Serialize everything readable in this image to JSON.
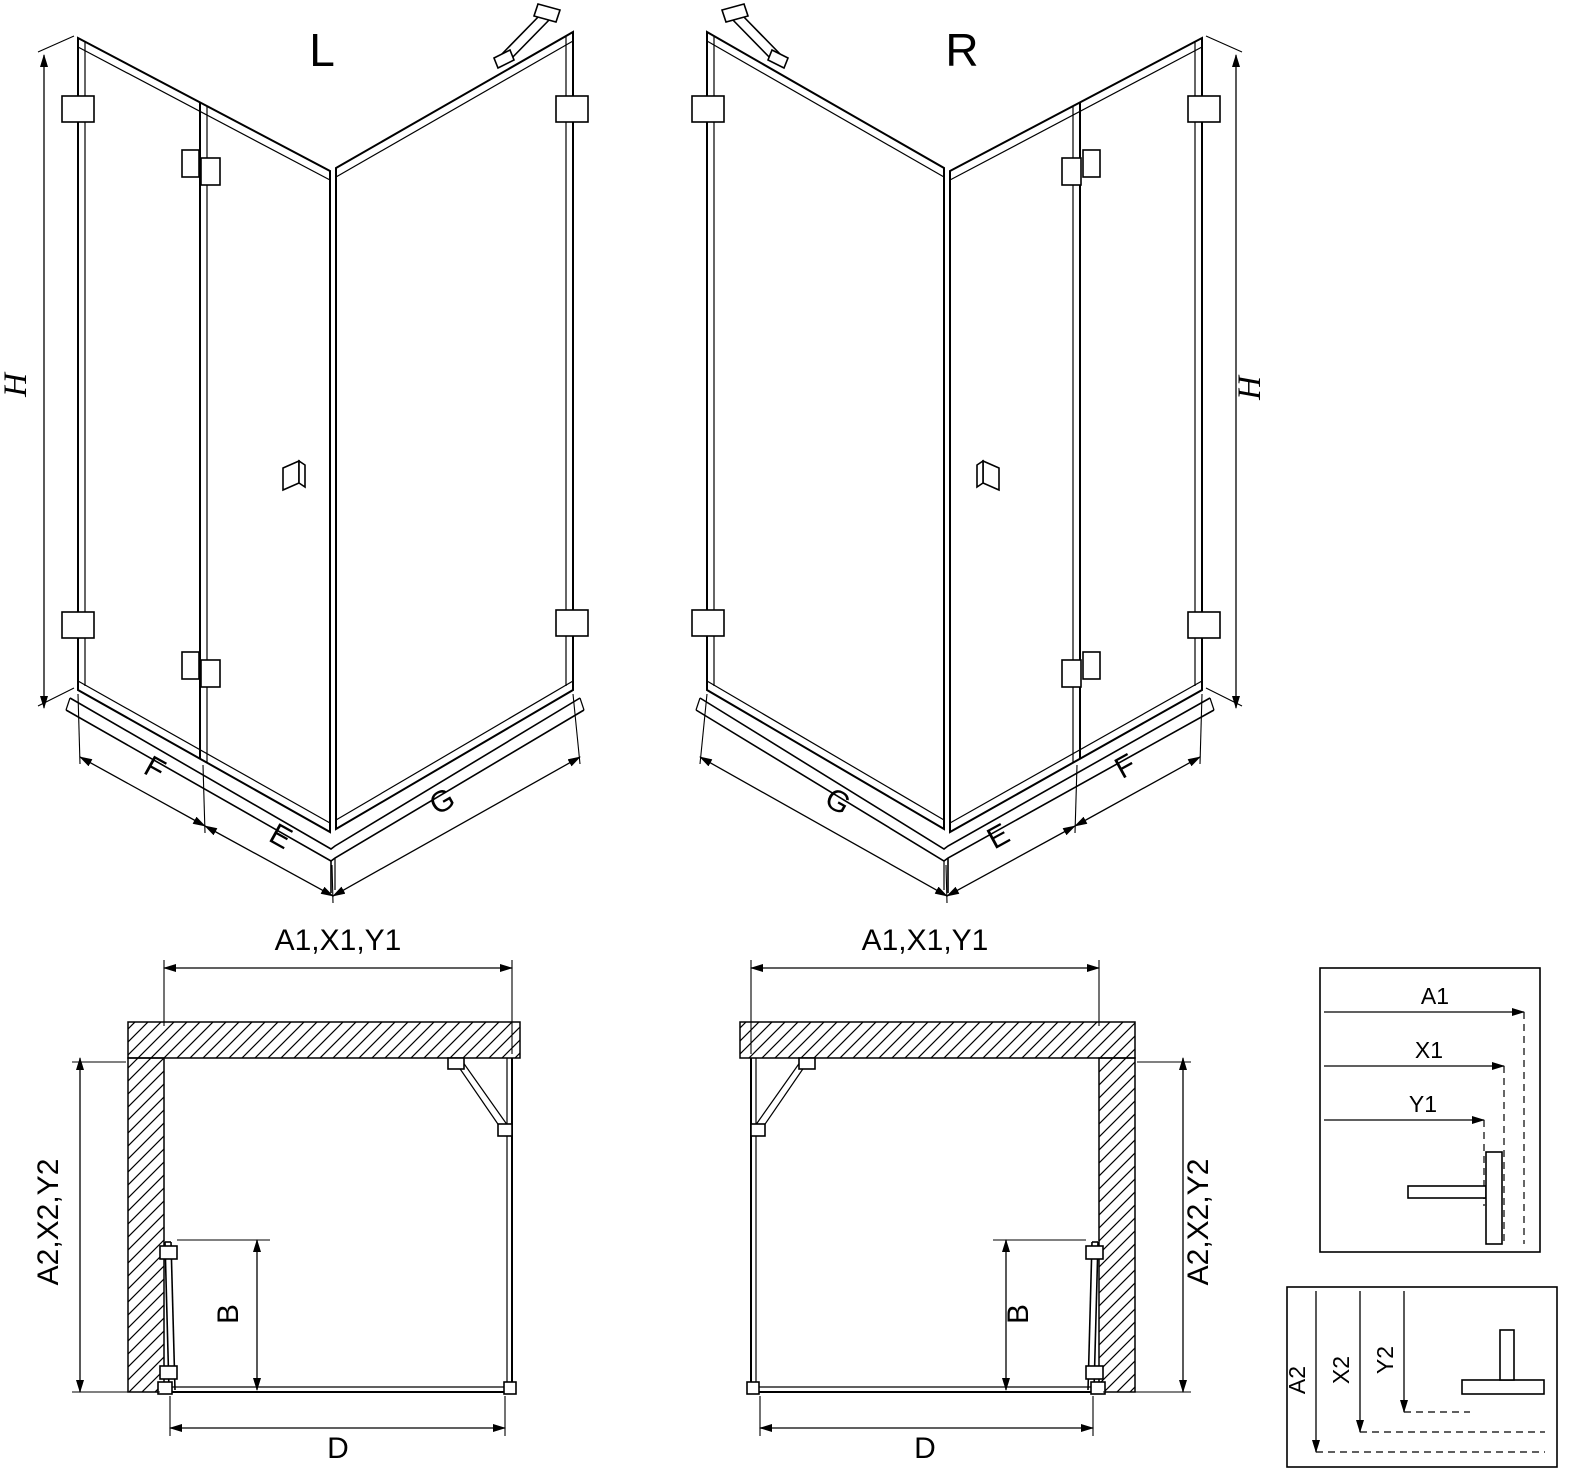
{
  "views": {
    "left": {
      "label": "L",
      "height": "H",
      "fixed_panel": "F",
      "door_panel": "E",
      "side_panel": "G"
    },
    "right": {
      "label": "R",
      "height": "H",
      "fixed_panel": "F",
      "door_panel": "E",
      "side_panel": "G"
    }
  },
  "plans": {
    "left": {
      "width_top": "A1,X1,Y1",
      "depth_side": "A2,X2,Y2",
      "door_width": "B",
      "entry_width": "D"
    },
    "right": {
      "width_top": "A1,X1,Y1",
      "depth_side": "A2,X2,Y2",
      "door_width": "B",
      "entry_width": "D"
    }
  },
  "details": {
    "horizontal": {
      "labels": [
        "A1",
        "X1",
        "Y1"
      ]
    },
    "vertical": {
      "labels": [
        "A2",
        "X2",
        "Y2"
      ]
    }
  },
  "colors": {
    "line": "#000000",
    "background": "#ffffff"
  }
}
